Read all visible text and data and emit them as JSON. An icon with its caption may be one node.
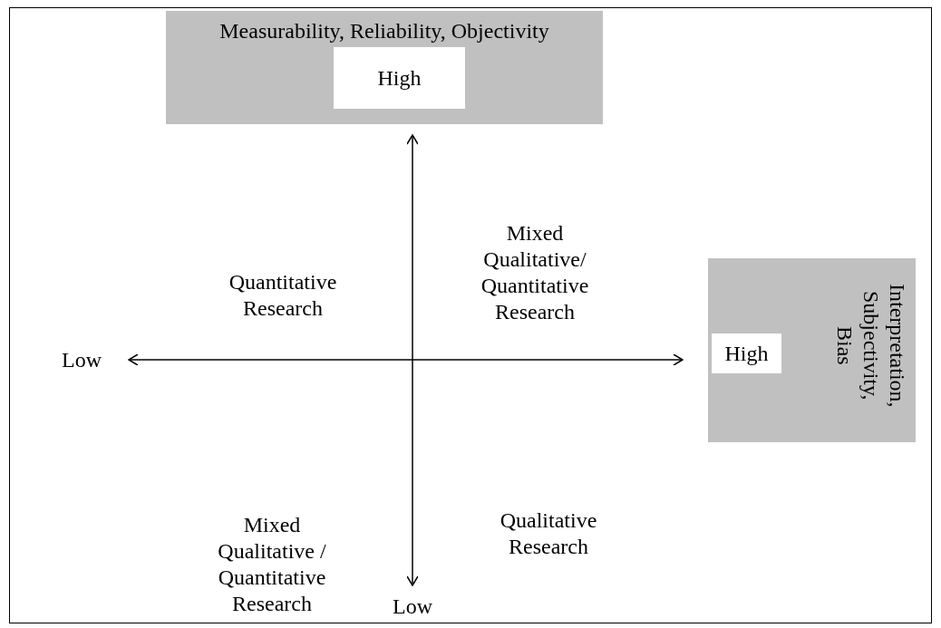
{
  "diagram": {
    "nodes": [
      {
        "text": [
          "Measurability, Reliability, Objectivity"
        ]
      },
      {
        "text": [
          "High"
        ],
        "in": 0
      },
      {
        "text": [
          "Interpretation, Subjectivity, Bias"
        ]
      },
      {
        "text": [
          "High"
        ],
        "in": 2
      },
      {
        "text": [
          "Low"
        ]
      },
      {
        "text": [
          "Low"
        ]
      }
    ],
    "edges": [
      {
        "from": 0,
        "to": 5,
        "arrow": "both"
      },
      {
        "from": 4,
        "to": 2,
        "arrow": "both"
      }
    ],
    "labels": [
      "Quantitative Research",
      "Mixed Qualitative/ Quantitative Research",
      "Mixed Qualitative / Quantitative Research",
      "Qualitative Research"
    ]
  }
}
